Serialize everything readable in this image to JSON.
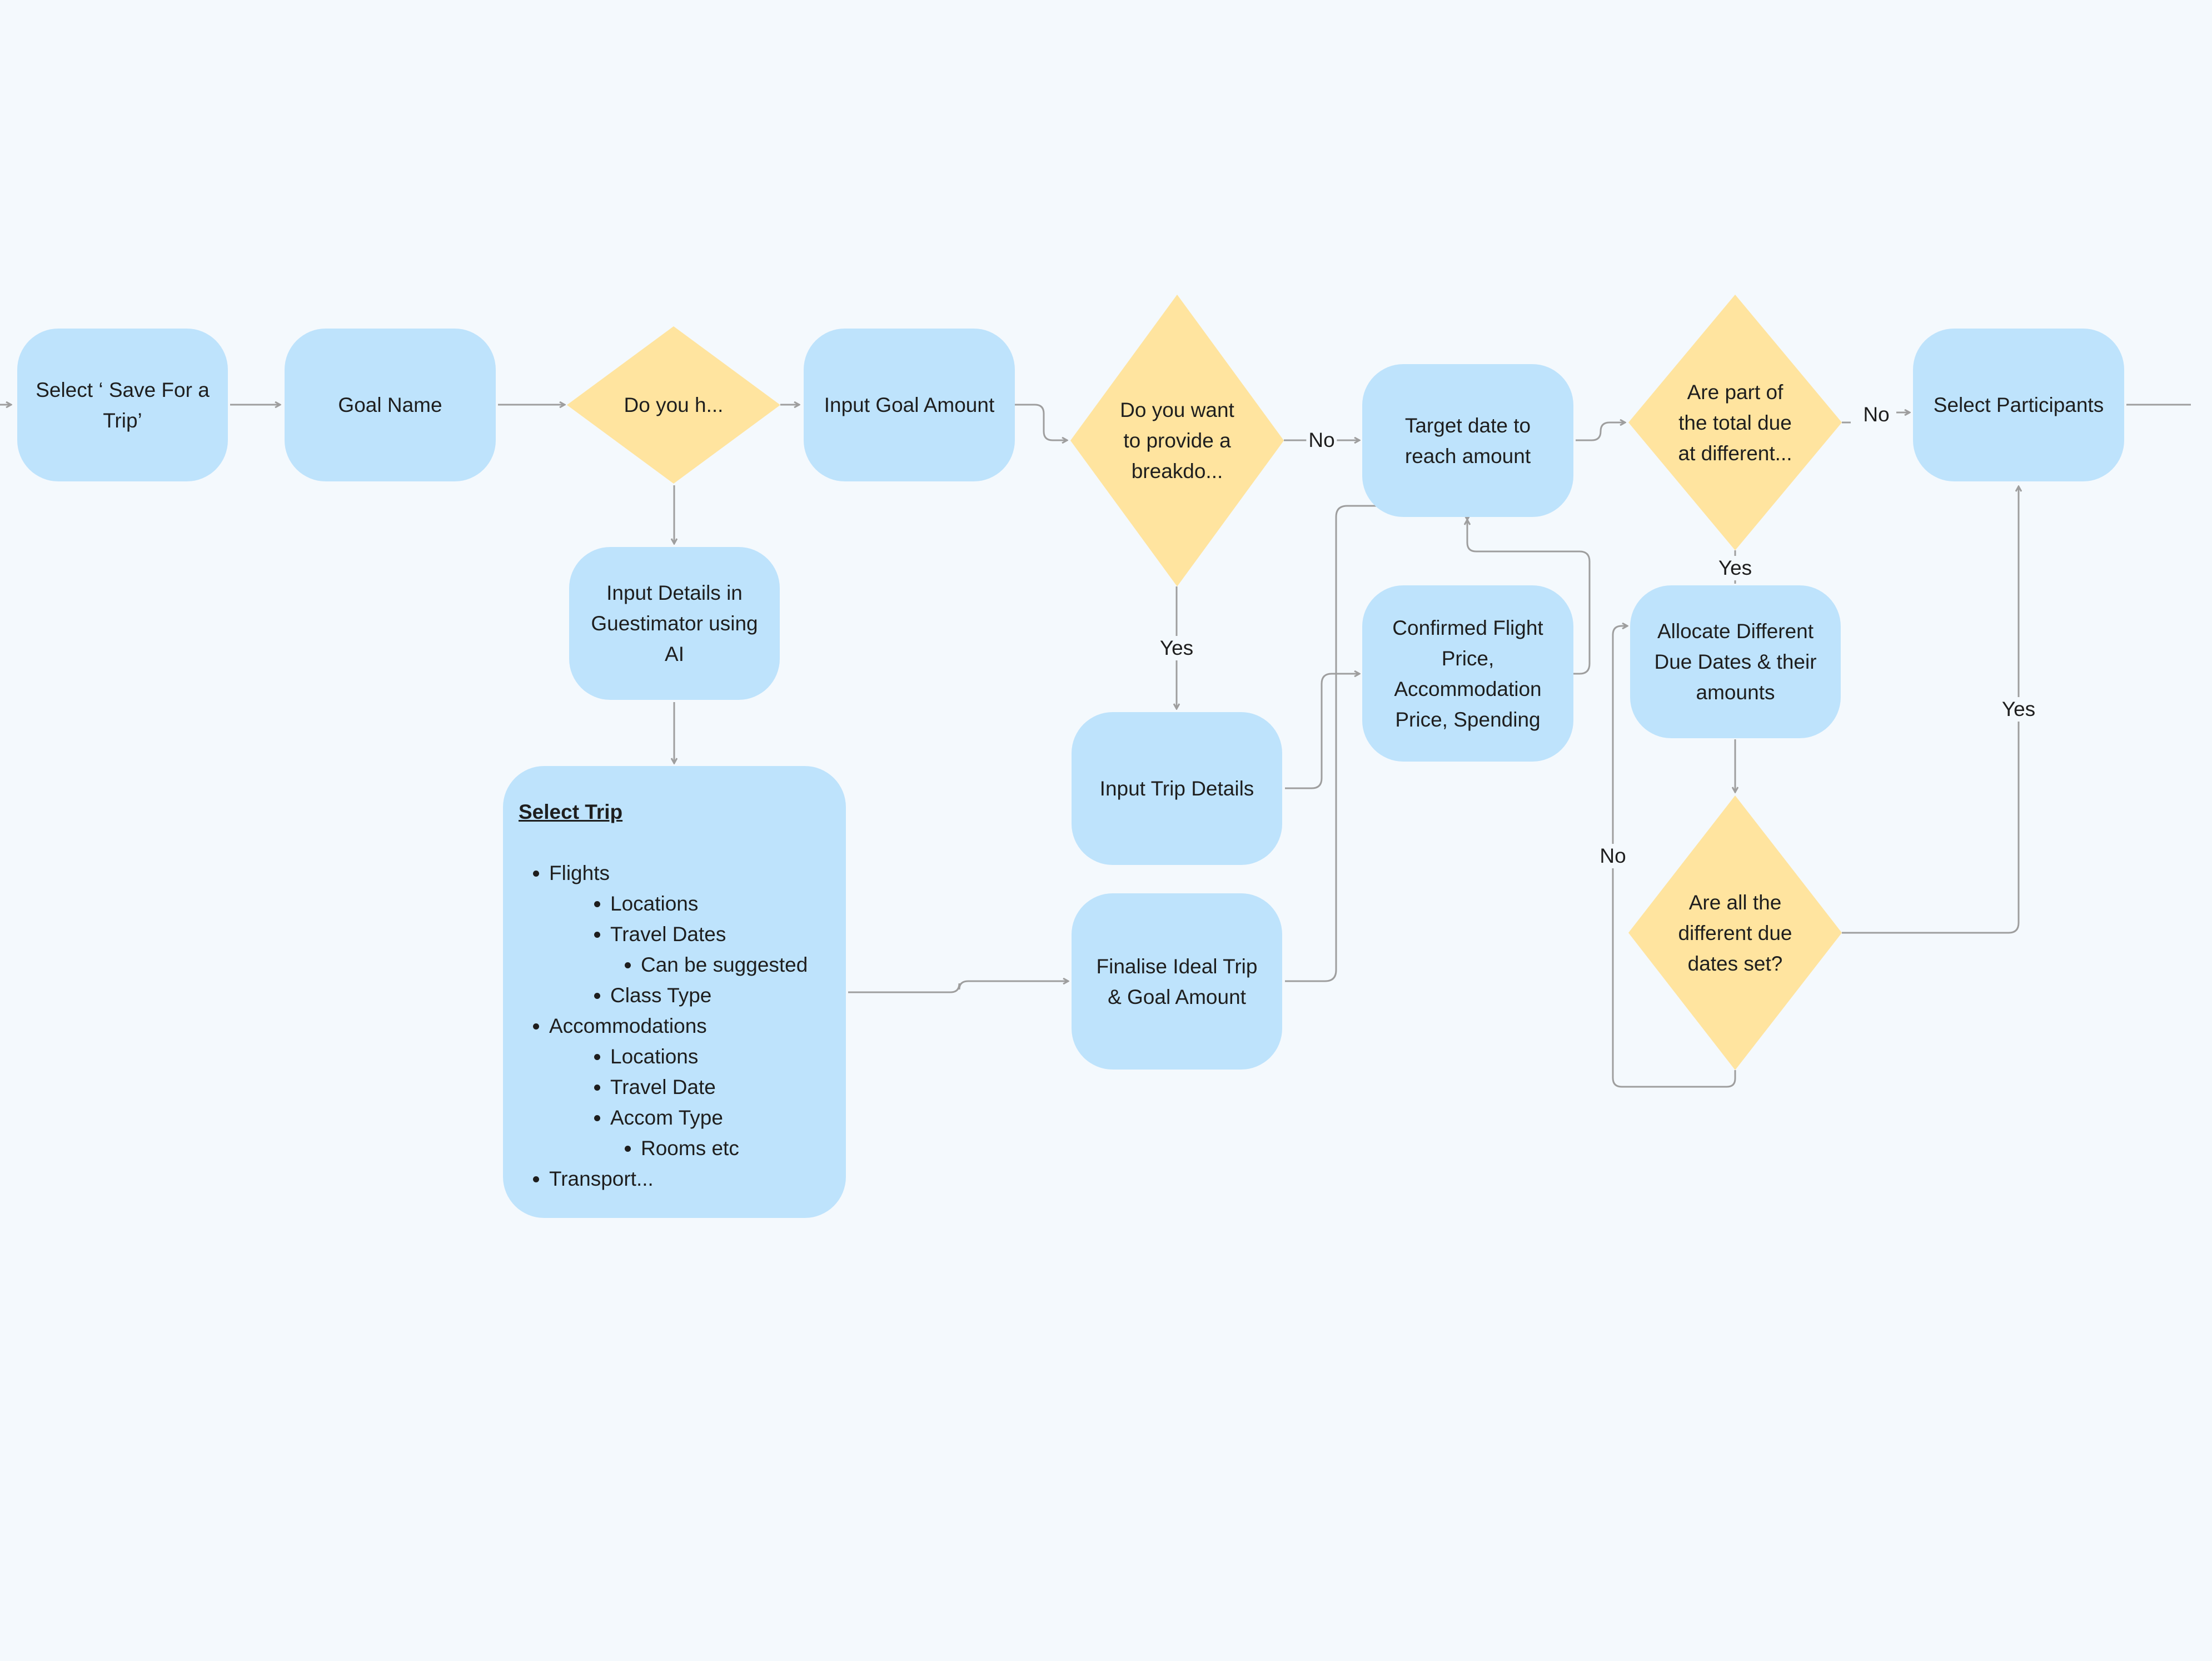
{
  "nodes": {
    "select_save": "Select ‘ Save For a Trip’",
    "goal_name": "Goal Name",
    "input_details_ai": "Input Details in Guestimator using AI",
    "input_goal_amount": "Input Goal Amount",
    "input_trip_details": "Input Trip Details",
    "finalise_trip": "Finalise Ideal Trip & Goal Amount",
    "target_date": "Target date to reach amount",
    "confirmed_prices": "Confirmed Flight Price, Accommodation Price, Spending",
    "allocate_due_dates": "Allocate Different Due Dates & their amounts",
    "select_participants": "Select Participants"
  },
  "decisions": {
    "do_you_have": "Do you h...",
    "breakdown": "Do you want to provide a breakdo...",
    "part_of_total": "Are part of the total due at different...",
    "all_dates_set": "Are all the different due dates set?"
  },
  "select_trip": {
    "title": "Select Trip",
    "flights": "Flights",
    "flight_locations": "Locations",
    "travel_dates": "Travel Dates",
    "can_be_suggested": "Can be suggested",
    "class_type": "Class Type",
    "accommodations": "Accommodations",
    "accom_locations": "Locations",
    "travel_date": "Travel Date",
    "accom_type": "Accom Type",
    "rooms_etc": "Rooms etc",
    "transport": "Transport..."
  },
  "edge_labels": {
    "breakdown_no": "No",
    "breakdown_yes": "Yes",
    "total_no": "No",
    "total_yes": "Yes",
    "dates_no": "No",
    "dates_yes": "Yes"
  },
  "colors": {
    "process_fill": "#bee3fc",
    "decision_fill": "#ffe49f",
    "connector": "#9e9e9e",
    "background": "#f4f9fd"
  }
}
